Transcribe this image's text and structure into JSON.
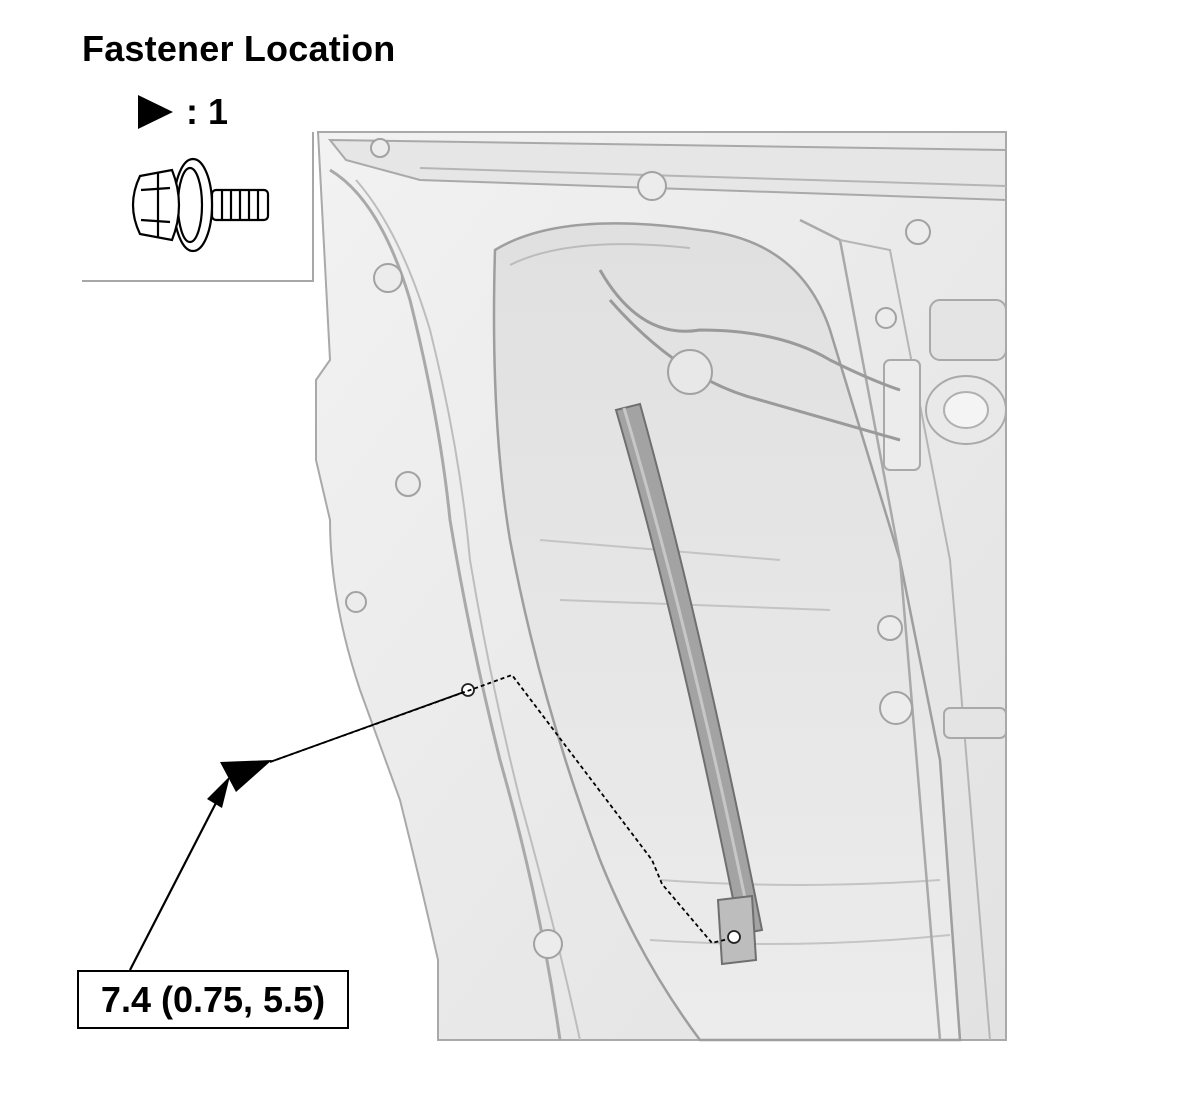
{
  "header": {
    "title": "Fastener Location"
  },
  "legend": {
    "quantity_text": ": 1",
    "marker_icon": "triangle-marker-icon",
    "fastener_icon": "flange-bolt-icon"
  },
  "callout": {
    "torque_text": "7.4 (0.75, 5.5)"
  },
  "colors": {
    "ink": "#000000",
    "panel_fill": "#ebebeb",
    "panel_stroke": "#a9a9a9",
    "glass_run": "#9b9b9b"
  }
}
